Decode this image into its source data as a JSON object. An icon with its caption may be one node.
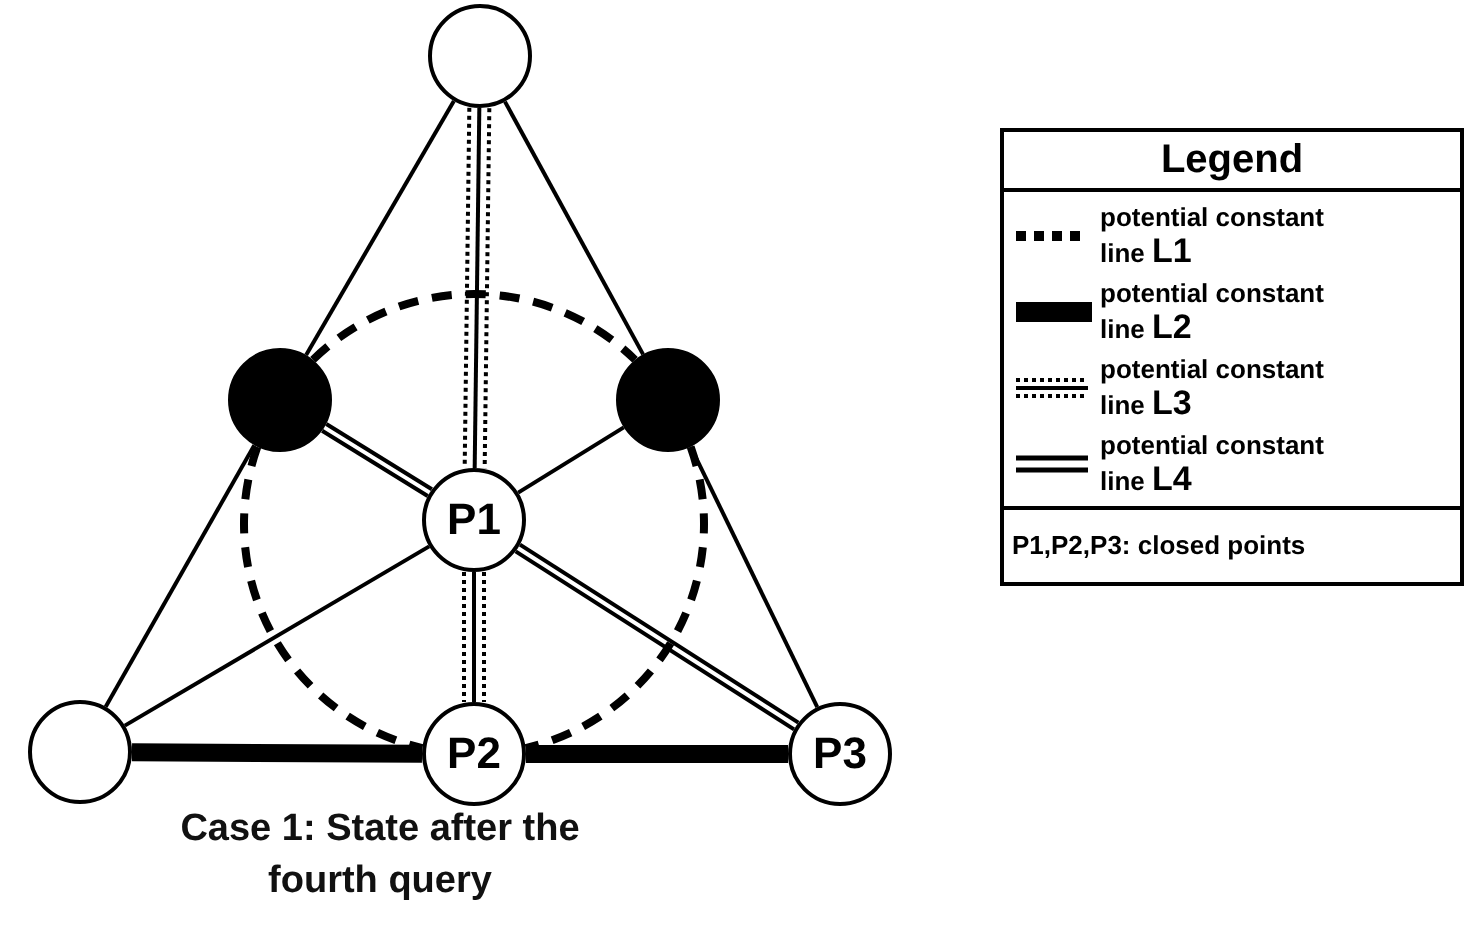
{
  "diagram": {
    "caption": "Case 1: State after the fourth query",
    "nodes": [
      {
        "text": [],
        "shape": "circle"
      },
      {
        "text": [],
        "shape": "circle"
      },
      {
        "text": [],
        "shape": "circle"
      },
      {
        "text": [
          "P1"
        ]
      },
      {
        "text": [],
        "shape": "circle"
      },
      {
        "text": [
          "P2"
        ]
      },
      {
        "text": [
          "P3"
        ]
      }
    ],
    "edges": [
      {
        "from": 0,
        "to": 1,
        "arrow": "none"
      },
      {
        "from": 1,
        "to": 4,
        "arrow": "none"
      },
      {
        "from": 0,
        "to": 2,
        "arrow": "none"
      },
      {
        "from": 2,
        "to": 6,
        "arrow": "none"
      },
      {
        "from": 0,
        "to": 3,
        "arrow": "none",
        "style": "dashed"
      },
      {
        "from": 3,
        "to": 5,
        "arrow": "none",
        "style": "dashed"
      },
      {
        "from": 1,
        "to": 3,
        "arrow": "none"
      },
      {
        "from": 3,
        "to": 6,
        "arrow": "none"
      },
      {
        "from": 2,
        "to": 3,
        "arrow": "none"
      },
      {
        "from": 3,
        "to": 4,
        "arrow": "none"
      },
      {
        "from": 4,
        "to": 5,
        "arrow": "none",
        "style": "thick"
      },
      {
        "from": 5,
        "to": 6,
        "arrow": "none",
        "style": "thick"
      },
      {
        "from": 1,
        "to": 2,
        "arrow": "none",
        "style": "dashed"
      },
      {
        "from": 1,
        "to": 5,
        "arrow": "none",
        "style": "dashed"
      },
      {
        "from": 2,
        "to": 5,
        "arrow": "none",
        "style": "dashed"
      }
    ],
    "labels": [
      "Legend",
      "P1,P2,P3: closed points"
    ],
    "legend": [
      {
        "text": "potential constant line **L1**"
      },
      {
        "text": "potential constant line **L2**"
      },
      {
        "text": "potential constant line **L3**"
      },
      {
        "text": "potential constant line **L4**"
      }
    ]
  }
}
